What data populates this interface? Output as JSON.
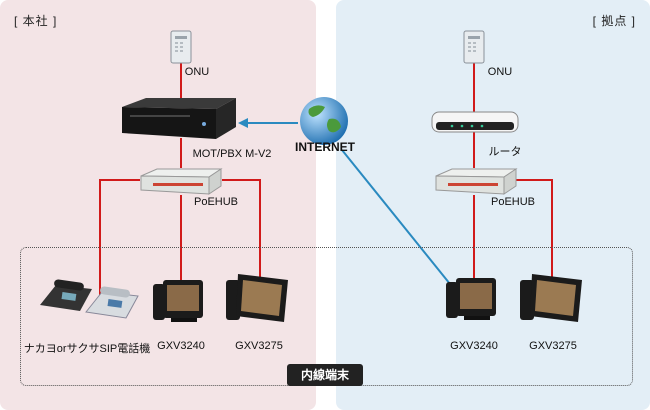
{
  "headquarters": {
    "tag": "[ 本社 ]",
    "onu_label": "ONU",
    "pbx_label": "MOT/PBX M-V2",
    "hub_label": "PoEHUB"
  },
  "branch": {
    "tag": "[ 拠点 ]",
    "onu_label": "ONU",
    "router_label": "ルータ",
    "hub_label": "PoEHUB"
  },
  "internet_label": "INTERNET",
  "extensions": {
    "badge": "内線端末",
    "hq_phones": [
      "ナカヨorサクサSIP電話機",
      "GXV3240",
      "GXV3275"
    ],
    "branch_phones": [
      "GXV3240",
      "GXV3275"
    ]
  },
  "colors": {
    "lan_line": "#d11a1a",
    "wan_line": "#2a8ac0",
    "hq_bg": "#f3e4e6",
    "branch_bg": "#e3eef6"
  },
  "icons": [
    "onu-icon",
    "pbx-icon",
    "globe-icon",
    "router-icon",
    "hub-icon",
    "desk-phone-icon",
    "video-phone-icon"
  ]
}
